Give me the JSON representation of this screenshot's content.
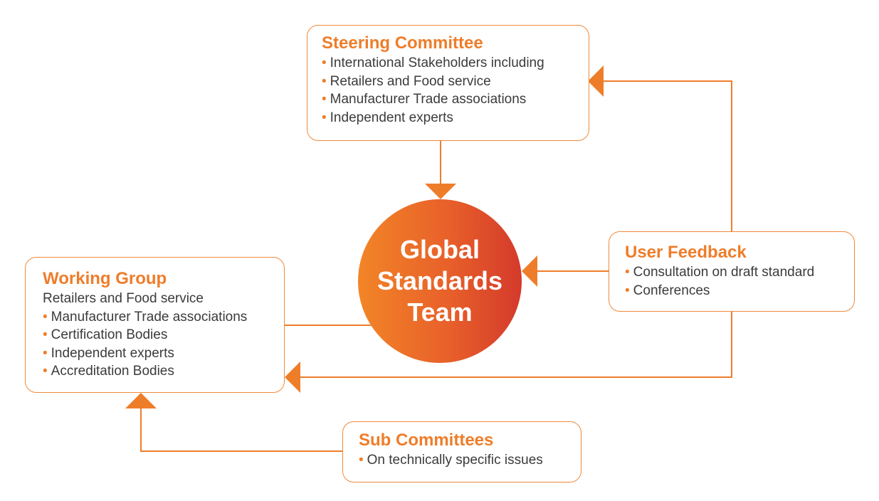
{
  "colors": {
    "accent": "#EE7D2A",
    "connector": "#EE7D2A",
    "text": "#3b3b3b"
  },
  "center": {
    "label": "Global Standards Team"
  },
  "steering": {
    "title": "Steering Committee",
    "items": [
      "International Stakeholders including",
      "Retailers and Food service",
      "Manufacturer Trade associations",
      "Independent experts"
    ]
  },
  "working": {
    "title": "Working Group",
    "intro": "Retailers and Food service",
    "items": [
      "Manufacturer Trade associations",
      "Certification Bodies",
      "Independent experts",
      "Accreditation Bodies"
    ]
  },
  "user_feedback": {
    "title": "User Feedback",
    "items": [
      "Consultation on draft standard",
      "Conferences"
    ]
  },
  "sub_committees": {
    "title": "Sub Committees",
    "items": [
      "On technically specific issues"
    ]
  }
}
